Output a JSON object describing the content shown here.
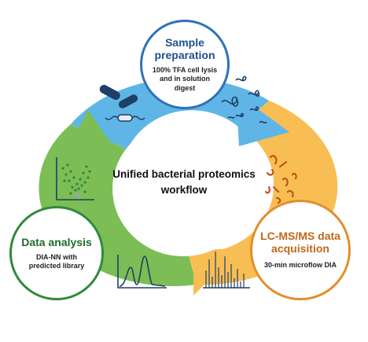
{
  "center_title": "Unified bacterial proteomics workflow",
  "nodes": {
    "sample": {
      "title": "Sample preparation",
      "description": "100% TFA cell lysis and in solution digest"
    },
    "lcms": {
      "title": "LC-MS/MS data acquisition",
      "description": "30-min microflow DIA"
    },
    "data": {
      "title": "Data analysis",
      "description": "DIA-NN with predicted library"
    }
  },
  "colors": {
    "ring_blue": "#5fb6e6",
    "ring_orange": "#f8be54",
    "ring_green": "#7cbd55",
    "sample_accent": "#2f72b8",
    "lcms_accent": "#e08f2c",
    "data_accent": "#2f8a3a",
    "icon_dark": "#1e3f66",
    "icon_orange": "#c2521b"
  },
  "icons": [
    "bacteria-icon",
    "peptide-icon",
    "protein-digest-icon",
    "mass-spectrum-icon",
    "chromatogram-icon",
    "volcano-plot-icon"
  ]
}
